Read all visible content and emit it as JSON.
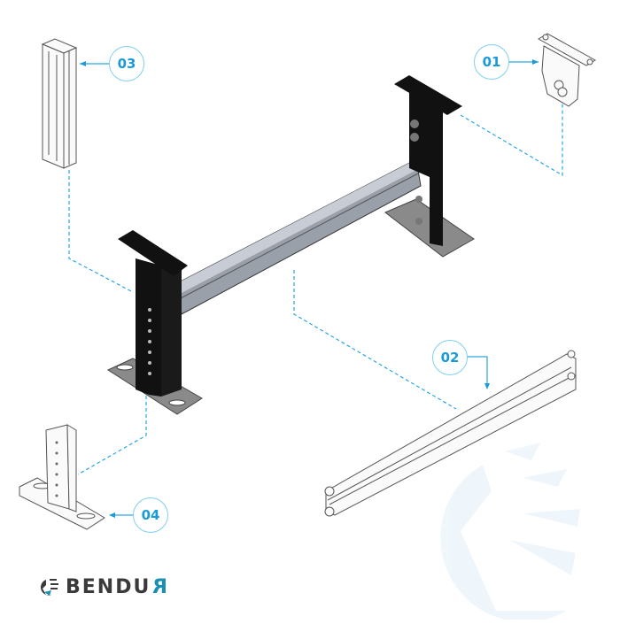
{
  "diagram": {
    "type": "exploded assembly view",
    "subject": "conveyor support stand",
    "accent_color": "#1a9ad6",
    "callout_border_color": "#7fd0ee",
    "leader_line_color": "#2aa6e0",
    "callouts": [
      {
        "id": "01",
        "label": "01",
        "part": "top mounting bracket"
      },
      {
        "id": "02",
        "label": "02",
        "part": "aluminium cross profile"
      },
      {
        "id": "03",
        "label": "03",
        "part": "vertical leg profile"
      },
      {
        "id": "04",
        "label": "04",
        "part": "foot plate with slotted upright"
      }
    ]
  },
  "brand": {
    "name_main": "BENDU",
    "name_accent": "R",
    "logo_icon": "bendur-logo-icon",
    "text_color": "#3a3a3a",
    "accent_color": "#1a8fb5"
  }
}
